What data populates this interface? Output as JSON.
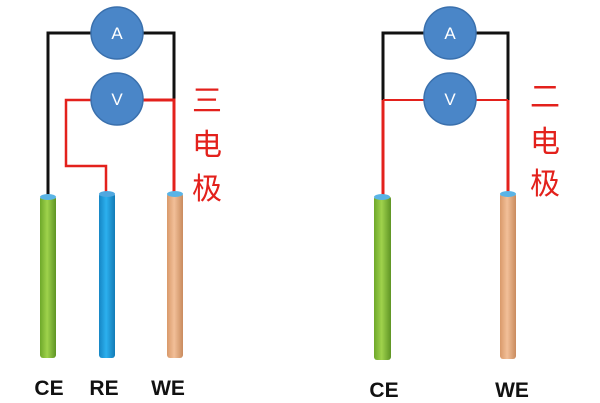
{
  "colors": {
    "wire_black": "#111111",
    "wire_red": "#e3211c",
    "meter_fill": "#4a86c8",
    "meter_stroke": "#3a70ad",
    "ce_color": "#8cc63e",
    "re_color": "#1ea0e0",
    "we_color": "#e8ad83",
    "electrode_top": "#5ab4e6",
    "title_red": "#e3211c"
  },
  "left_diagram": {
    "title_chars": [
      "三",
      "电",
      "极"
    ],
    "ammeter_label": "A",
    "voltmeter_label": "V",
    "electrodes": [
      {
        "id": "ce",
        "label": "CE"
      },
      {
        "id": "re",
        "label": "RE"
      },
      {
        "id": "we",
        "label": "WE"
      }
    ]
  },
  "right_diagram": {
    "title_chars": [
      "二",
      "电",
      "极"
    ],
    "ammeter_label": "A",
    "voltmeter_label": "V",
    "electrodes": [
      {
        "id": "ce",
        "label": "CE"
      },
      {
        "id": "we",
        "label": "WE"
      }
    ]
  }
}
